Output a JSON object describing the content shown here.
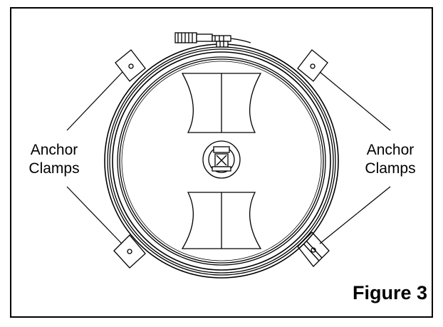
{
  "labels": {
    "left": {
      "line1": "Anchor",
      "line2": "Clamps"
    },
    "right": {
      "line1": "Anchor",
      "line2": "Clamps"
    }
  },
  "figure": {
    "title": "Figure 3"
  },
  "colors": {
    "ink": "#000000",
    "background": "#ffffff"
  }
}
